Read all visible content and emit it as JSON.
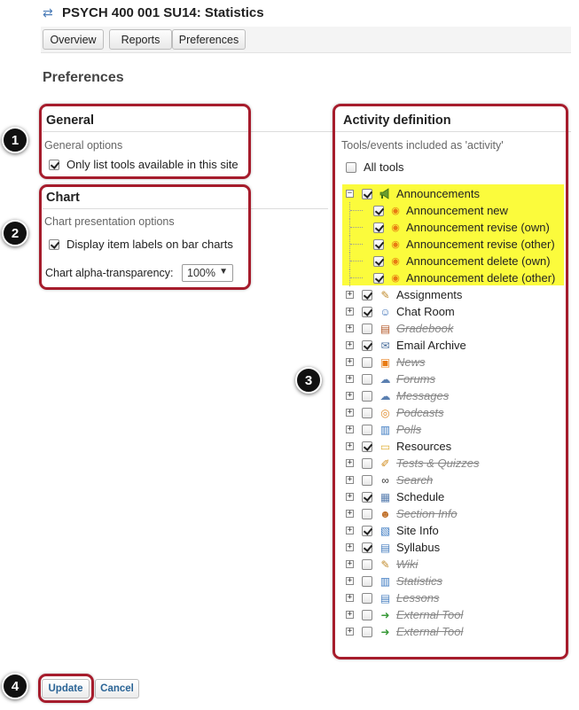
{
  "header": {
    "title": "PSYCH 400 001 SU14: Statistics",
    "icon": "refresh-arrows-icon"
  },
  "tabs": [
    {
      "label": "Overview"
    },
    {
      "label": "Reports"
    },
    {
      "label": "Preferences"
    }
  ],
  "page_title": "Preferences",
  "general": {
    "heading": "General",
    "sublabel": "General options",
    "option_label": "Only list tools available in this site",
    "option_checked": true
  },
  "chart": {
    "heading": "Chart",
    "sublabel": "Chart presentation options",
    "option_label": "Display item labels on bar charts",
    "option_checked": true,
    "alpha_label": "Chart alpha-transparency:",
    "alpha_value": "100%"
  },
  "activity": {
    "heading": "Activity definition",
    "sublabel": "Tools/events included as 'activity'",
    "all_tools_label": "All tools",
    "all_tools_checked": false,
    "announcements": {
      "label": "Announcements",
      "checked": true,
      "children": [
        {
          "label": "Announcement new",
          "checked": true
        },
        {
          "label": "Announcement revise (own)",
          "checked": true
        },
        {
          "label": "Announcement revise (other)",
          "checked": true
        },
        {
          "label": "Announcement delete (own)",
          "checked": true
        },
        {
          "label": "Announcement delete (other)",
          "checked": true
        }
      ]
    },
    "tools": [
      {
        "label": "Assignments",
        "checked": true,
        "available": true,
        "icon": "assignment-icon"
      },
      {
        "label": "Chat Room",
        "checked": true,
        "available": true,
        "icon": "chat-icon"
      },
      {
        "label": "Gradebook",
        "checked": false,
        "available": false,
        "icon": "gradebook-icon"
      },
      {
        "label": "Email Archive",
        "checked": true,
        "available": true,
        "icon": "email-icon"
      },
      {
        "label": "News",
        "checked": false,
        "available": false,
        "icon": "rss-news-icon"
      },
      {
        "label": "Forums",
        "checked": false,
        "available": false,
        "icon": "forums-icon"
      },
      {
        "label": "Messages",
        "checked": false,
        "available": false,
        "icon": "messages-icon"
      },
      {
        "label": "Podcasts",
        "checked": false,
        "available": false,
        "icon": "podcast-icon"
      },
      {
        "label": "Polls",
        "checked": false,
        "available": false,
        "icon": "polls-icon"
      },
      {
        "label": "Resources",
        "checked": true,
        "available": true,
        "icon": "folder-icon"
      },
      {
        "label": "Tests & Quizzes",
        "checked": false,
        "available": false,
        "icon": "pencil-icon"
      },
      {
        "label": "Search",
        "checked": false,
        "available": false,
        "icon": "binoculars-icon"
      },
      {
        "label": "Schedule",
        "checked": true,
        "available": true,
        "icon": "calendar-icon"
      },
      {
        "label": "Section Info",
        "checked": false,
        "available": false,
        "icon": "section-icon"
      },
      {
        "label": "Site Info",
        "checked": true,
        "available": true,
        "icon": "site-info-icon"
      },
      {
        "label": "Syllabus",
        "checked": true,
        "available": true,
        "icon": "syllabus-icon"
      },
      {
        "label": "Wiki",
        "checked": false,
        "available": false,
        "icon": "wiki-icon"
      },
      {
        "label": "Statistics",
        "checked": false,
        "available": false,
        "icon": "statistics-icon"
      },
      {
        "label": "Lessons",
        "checked": false,
        "available": false,
        "icon": "lessons-icon"
      },
      {
        "label": "External Tool",
        "checked": false,
        "available": false,
        "icon": "external-tool-icon"
      },
      {
        "label": "External Tool",
        "checked": false,
        "available": false,
        "icon": "external-tool-icon"
      }
    ]
  },
  "buttons": {
    "update": "Update",
    "cancel": "Cancel"
  },
  "callouts": [
    "1",
    "2",
    "3",
    "4"
  ],
  "colors": {
    "callout_border": "#a61c2c",
    "highlight": "#fbfb3c",
    "link_blue": "#2a6496"
  }
}
